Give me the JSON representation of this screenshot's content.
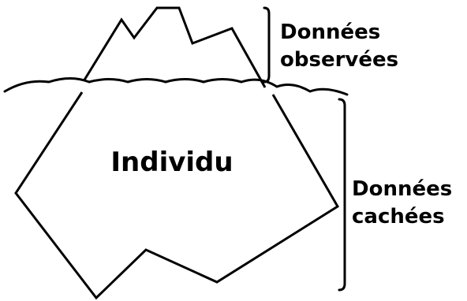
{
  "diagram": {
    "center_label": "Individu",
    "observed_label_line1": "Données",
    "observed_label_line2": "observées",
    "hidden_label_line1": "Données",
    "hidden_label_line2": "cachées"
  },
  "colors": {
    "stroke": "#000000",
    "background": "#ffffff"
  }
}
